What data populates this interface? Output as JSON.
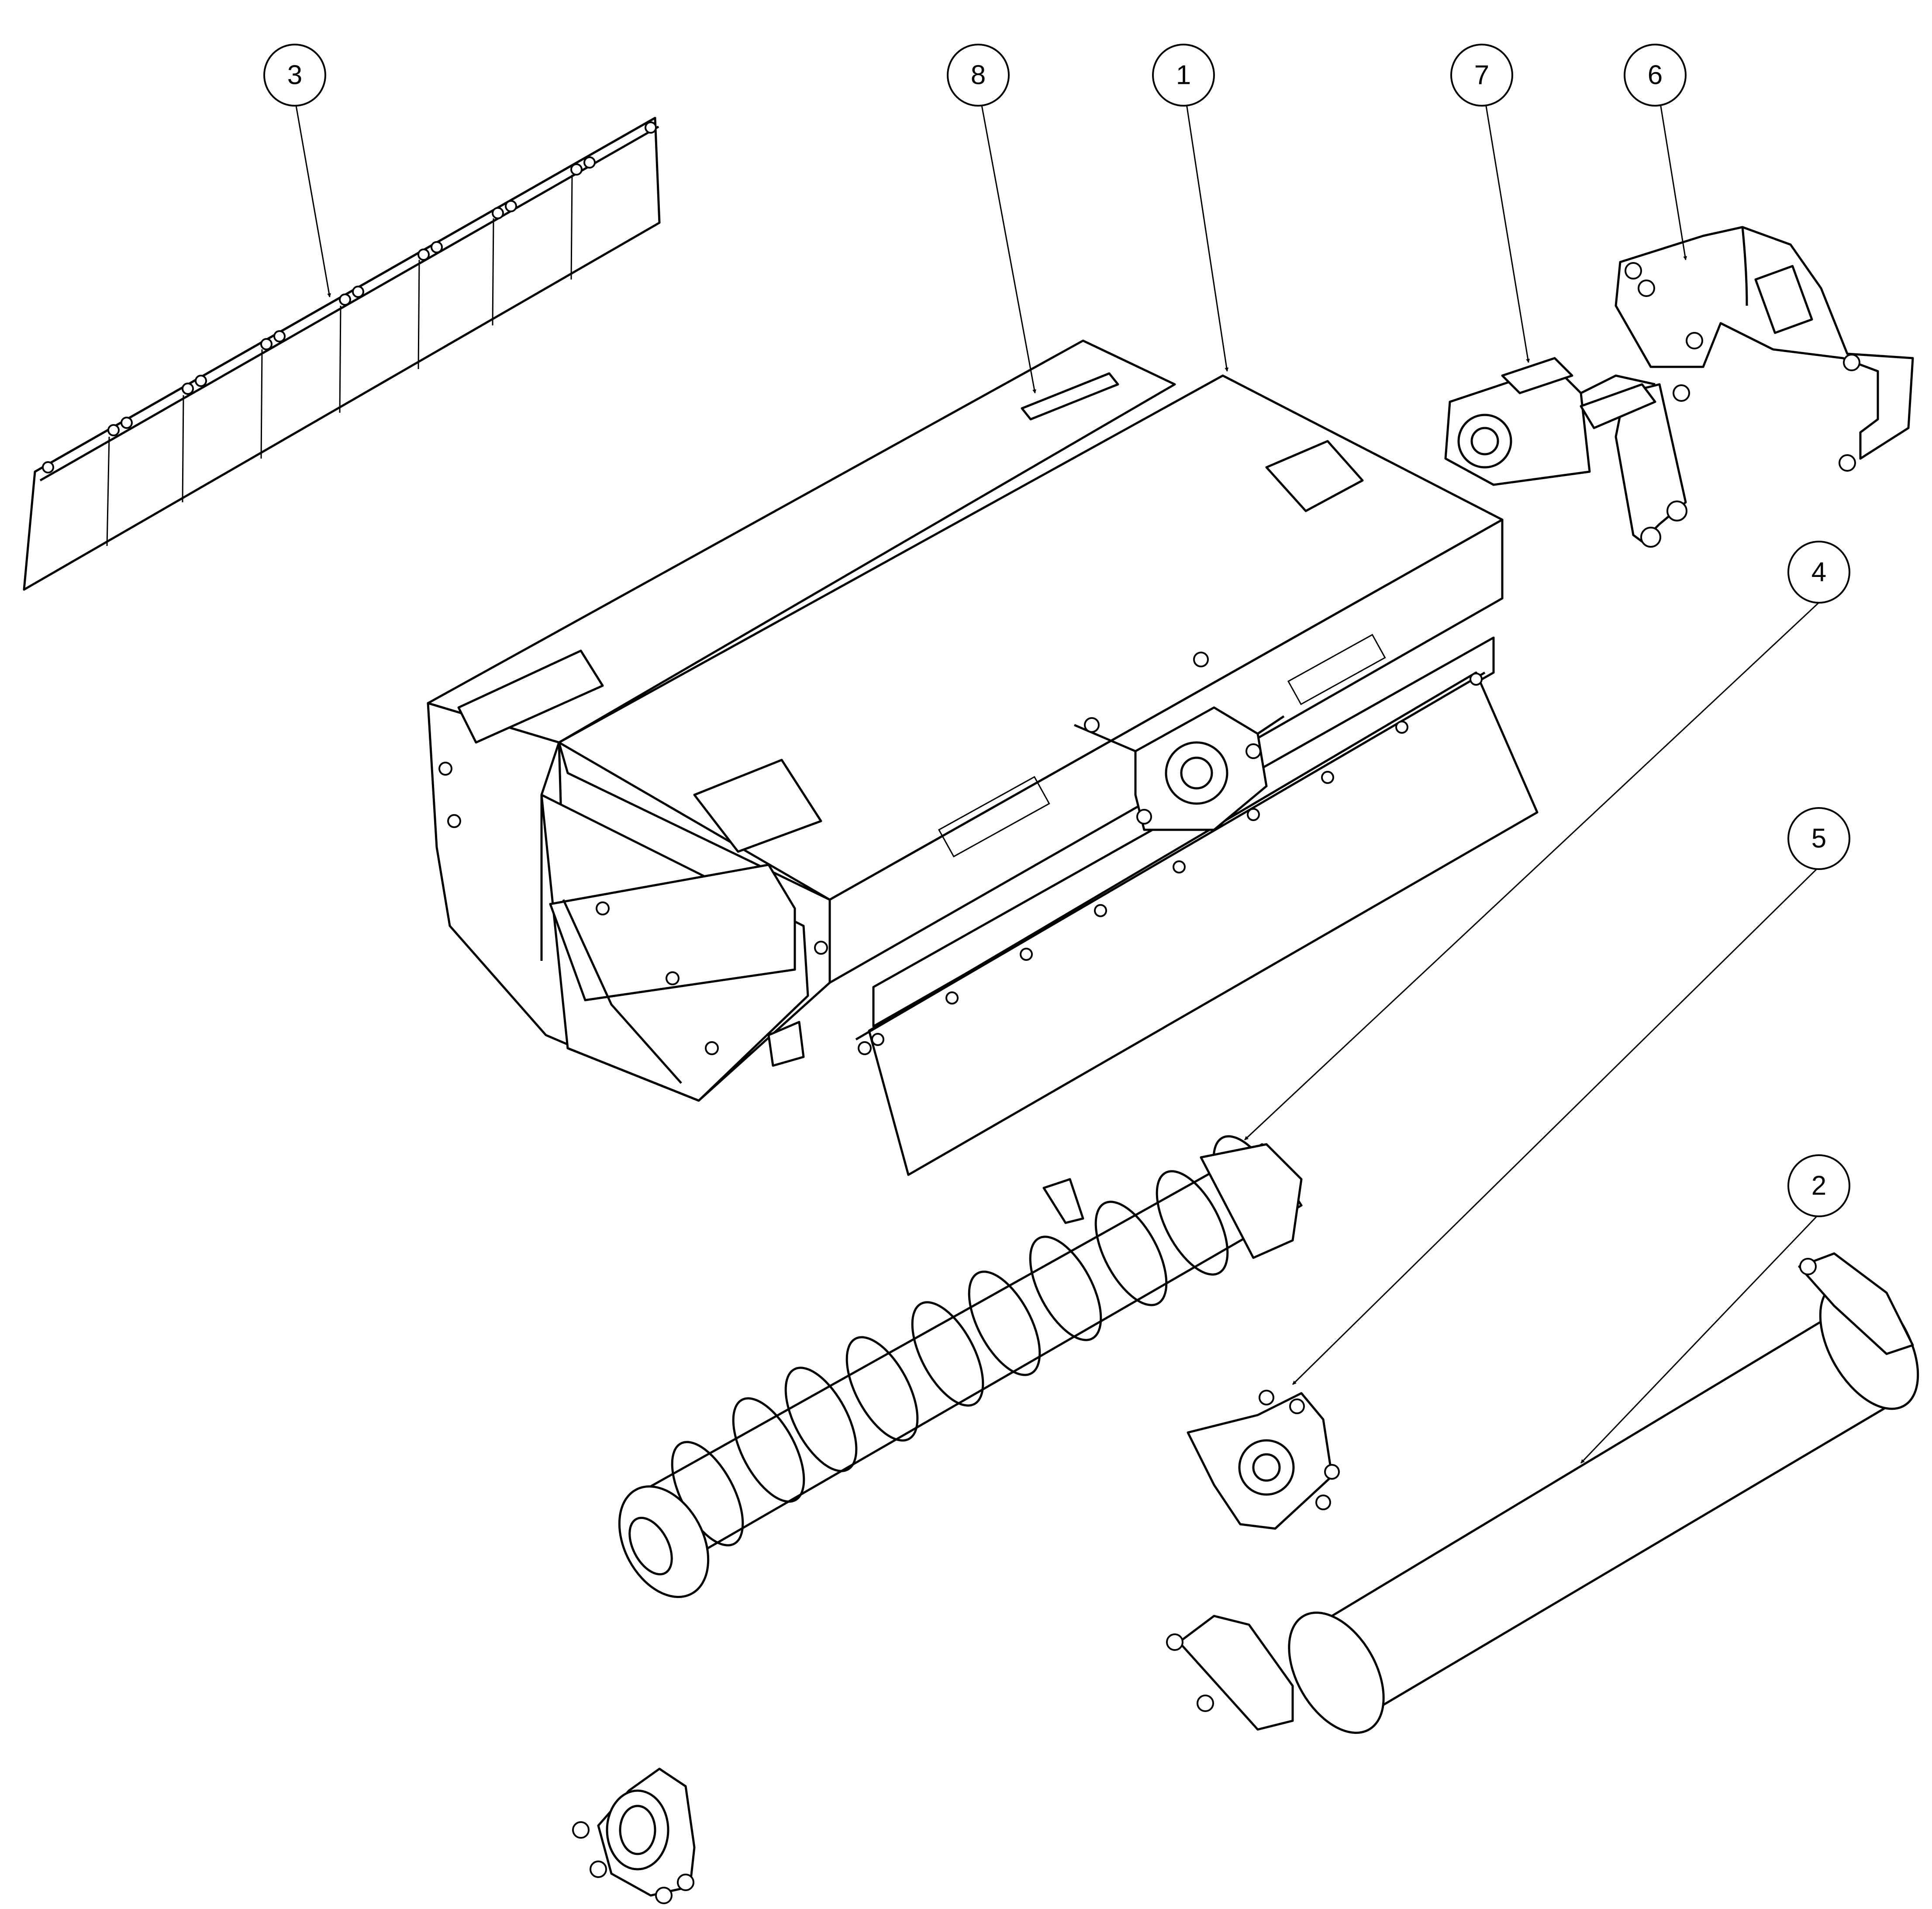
{
  "diagram": {
    "callouts": [
      {
        "id": "callout-3",
        "label": "3"
      },
      {
        "id": "callout-8",
        "label": "8"
      },
      {
        "id": "callout-1",
        "label": "1"
      },
      {
        "id": "callout-7",
        "label": "7"
      },
      {
        "id": "callout-6",
        "label": "6"
      },
      {
        "id": "callout-4",
        "label": "4"
      },
      {
        "id": "callout-5",
        "label": "5"
      },
      {
        "id": "callout-2",
        "label": "2"
      }
    ]
  }
}
